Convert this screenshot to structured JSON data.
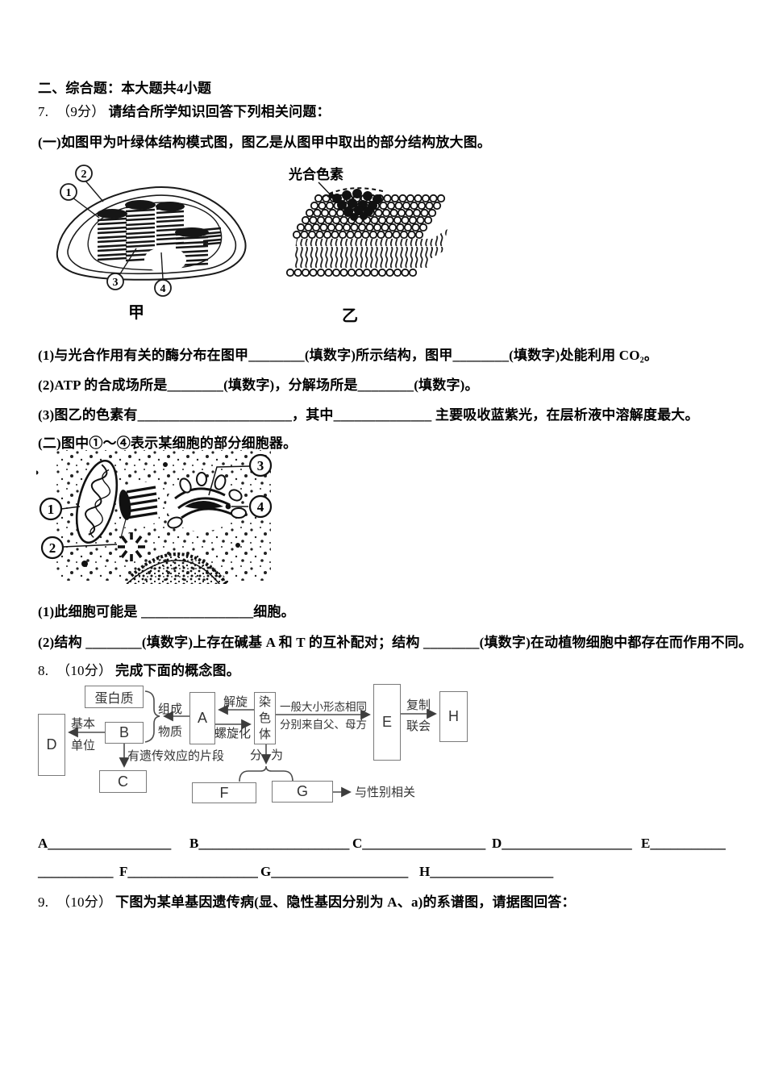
{
  "meta": {
    "ink_color": "#000000",
    "diagram_line_color": "#7a7a7a"
  },
  "section": {
    "header": "二、综合题：本大题共4小题"
  },
  "q7": {
    "number": "7.",
    "score": "（9分）",
    "intro": "请结合所学知识回答下列相关问题：",
    "part1": "(一)如图甲为叶绿体结构模式图，图乙是从图甲中取出的部分结构放大图。",
    "figure_jia": {
      "caption": "甲",
      "labels": [
        "1",
        "2",
        "3",
        "4"
      ]
    },
    "figure_yi": {
      "caption": "乙",
      "pigment_label": "光合色素"
    },
    "sub1": "(1)与光合作用有关的酶分布在图甲________(填数字)所示结构，图甲________(填数字)处能利用 CO₂。",
    "sub2": "(2)ATP 的合成场所是________(填数字)，分解场所是________(填数字)。",
    "sub3": "(3)图乙的色素有______________________，其中______________ 主要吸收蓝紫光，在层析液中溶解度最大。",
    "part2": "(二)图中①～④表示某细胞的部分细胞器。",
    "figure_cell": {
      "labels": [
        "1",
        "2",
        "3",
        "4"
      ]
    },
    "part2_sub1": "(1)此细胞可能是 ________________细胞。",
    "part2_sub2": "(2)结构 ________(填数字)上存在碱基 A 和 T 的互补配对；结构 ________(填数字)在动植物细胞中都存在而作用不同。"
  },
  "q8": {
    "number": "8.",
    "score": "（10分）",
    "intro": "完成下面的概念图。",
    "map": {
      "protein": "蛋白质",
      "box_a": "A",
      "box_b": "B",
      "box_c": "C",
      "box_d": "D",
      "box_e": "E",
      "box_f": "F",
      "box_g": "G",
      "box_h": "H",
      "chromosome": "染\n色\n体",
      "compose_top": "组成",
      "compose_bottom": "物质",
      "basic_top": "基本",
      "basic_bottom": "单位",
      "unwind": "解旋",
      "coil": "螺旋化",
      "same_form": "一般大小形态相同",
      "from_parents": "分别来自父、母方",
      "replicate": "复制",
      "synapsis": "联会",
      "genetic_fragment": "有遗传效应的片段",
      "divide_left": "分",
      "divide_right": "为",
      "sex_related": "与性别相关"
    },
    "answers_row1": [
      "A__________________",
      "B______________________",
      "C__________________",
      "D___________________",
      "E___________"
    ],
    "answers_row2": [
      "___________",
      "F___________________",
      "G____________________",
      "H__________________"
    ]
  },
  "q9": {
    "number": "9.",
    "score": "（10分）",
    "text": "下图为某单基因遗传病(显、隐性基因分别为 A、a)的系谱图，请据图回答："
  }
}
